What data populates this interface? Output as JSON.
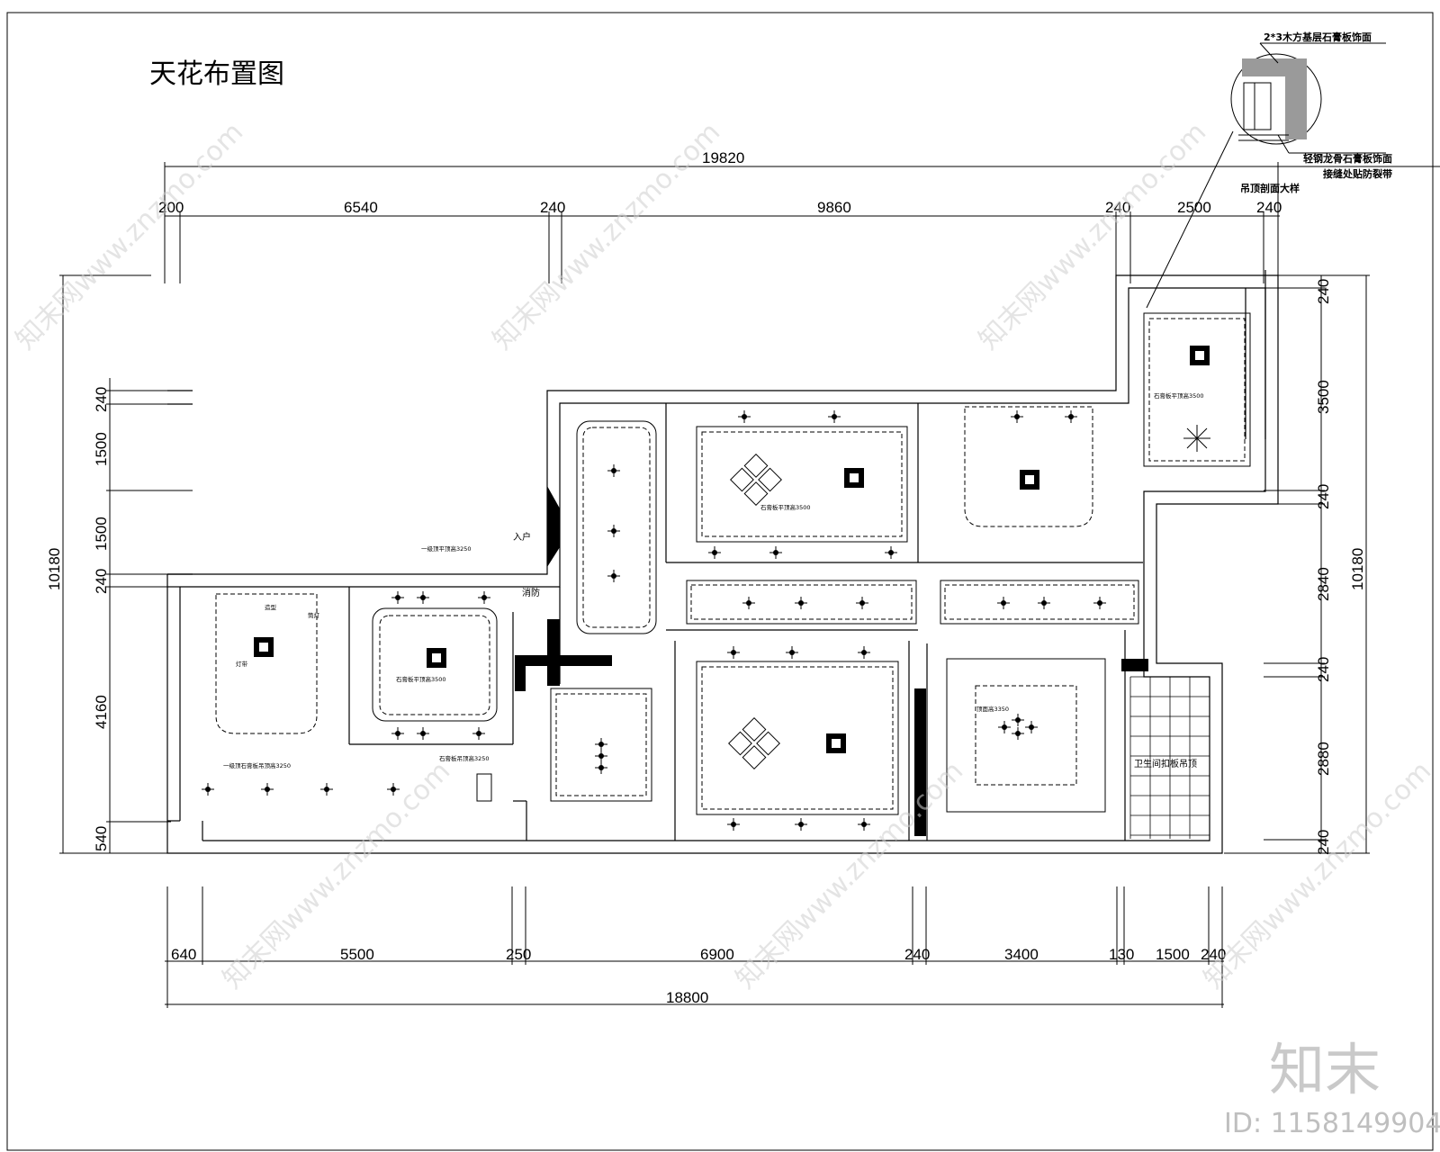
{
  "title": "天花布置图",
  "detail": {
    "label_top": "2*3木方基层石膏板饰面",
    "label_mid": "轻钢龙骨石膏板饰面",
    "label_mid2": "接缝处贴防裂带",
    "label_section": "吊顶剖面大样"
  },
  "dims_top": {
    "overall": "19820",
    "segments": [
      "200",
      "6540",
      "240",
      "9860",
      "240",
      "2500",
      "240"
    ]
  },
  "dims_left": {
    "overall": "10180",
    "segments": [
      "240",
      "1500",
      "1500",
      "240",
      "4160",
      "540"
    ]
  },
  "dims_right": {
    "overall": "10180",
    "segments": [
      "240",
      "3500",
      "240",
      "2840",
      "240",
      "2880",
      "240"
    ]
  },
  "dims_bottom": {
    "overall": "18800",
    "segments": [
      "640",
      "5500",
      "250",
      "6900",
      "240",
      "3400",
      "130",
      "1500",
      "240"
    ]
  },
  "labels": {
    "entrance": "入户",
    "fire": "消防",
    "bathroom": "卫生间扣板吊顶"
  },
  "notes": {
    "n1": "石膏板平顶高3500",
    "n2": "石膏板平顶高3500",
    "n3": "石膏板平顶高3500",
    "n4": "一级顶石膏板吊顶高3250",
    "n5": "一级顶平顶高3250",
    "n6": "石膏板吊顶高3250",
    "n7": "顶面高3350",
    "n8": "灯带",
    "n9": "造型",
    "n10": "筒灯"
  },
  "watermark": {
    "text": "知末网www.znzmo.com",
    "logo": "知末",
    "id": "ID: 1158149904"
  }
}
